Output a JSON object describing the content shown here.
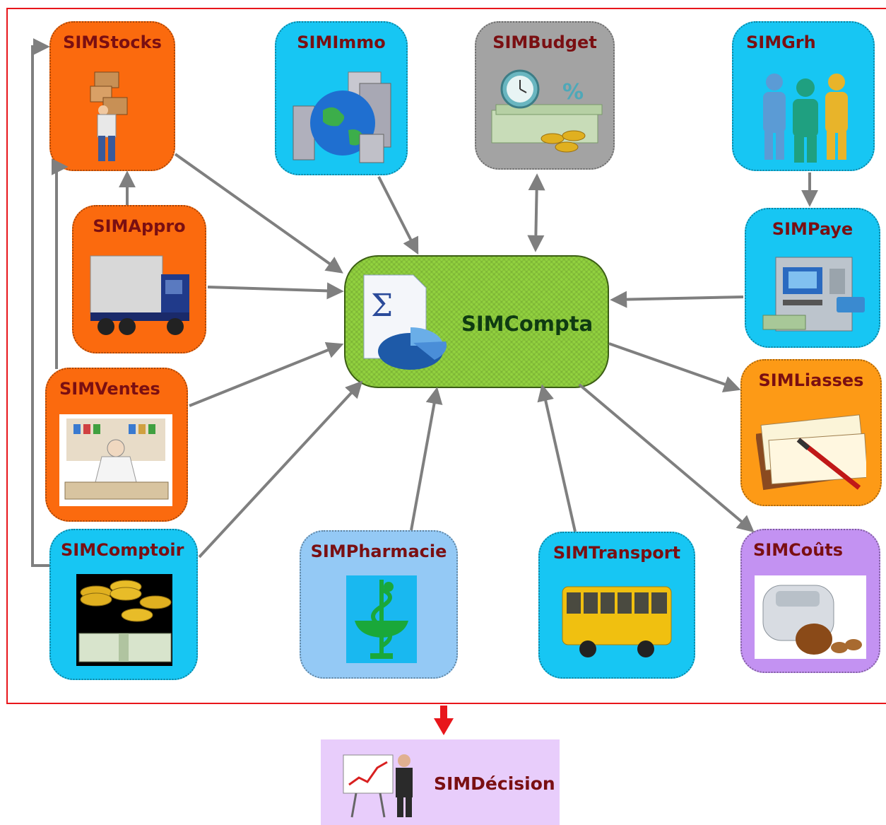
{
  "modules": {
    "stocks": "SIMStocks",
    "immo": "SIMImmo",
    "budget": "SIMBudget",
    "grh": "SIMGrh",
    "appro": "SIMAppro",
    "paye": "SIMPaye",
    "compta": "SIMCompta",
    "ventes": "SIMVentes",
    "liasses": "SIMLiasses",
    "comptoir": "SIMComptoir",
    "pharmacie": "SIMPharmacie",
    "transport": "SIMTransport",
    "couts": "SIMCoûts",
    "decision": "SIMDécision"
  },
  "compta_icon_symbol": "Σ",
  "colors": {
    "frame": "#e8161b",
    "arrow": "#7f7f7f",
    "decision_arrow": "#e8161b",
    "label": "#7a0f12",
    "compta_fill": "#92d33f"
  }
}
